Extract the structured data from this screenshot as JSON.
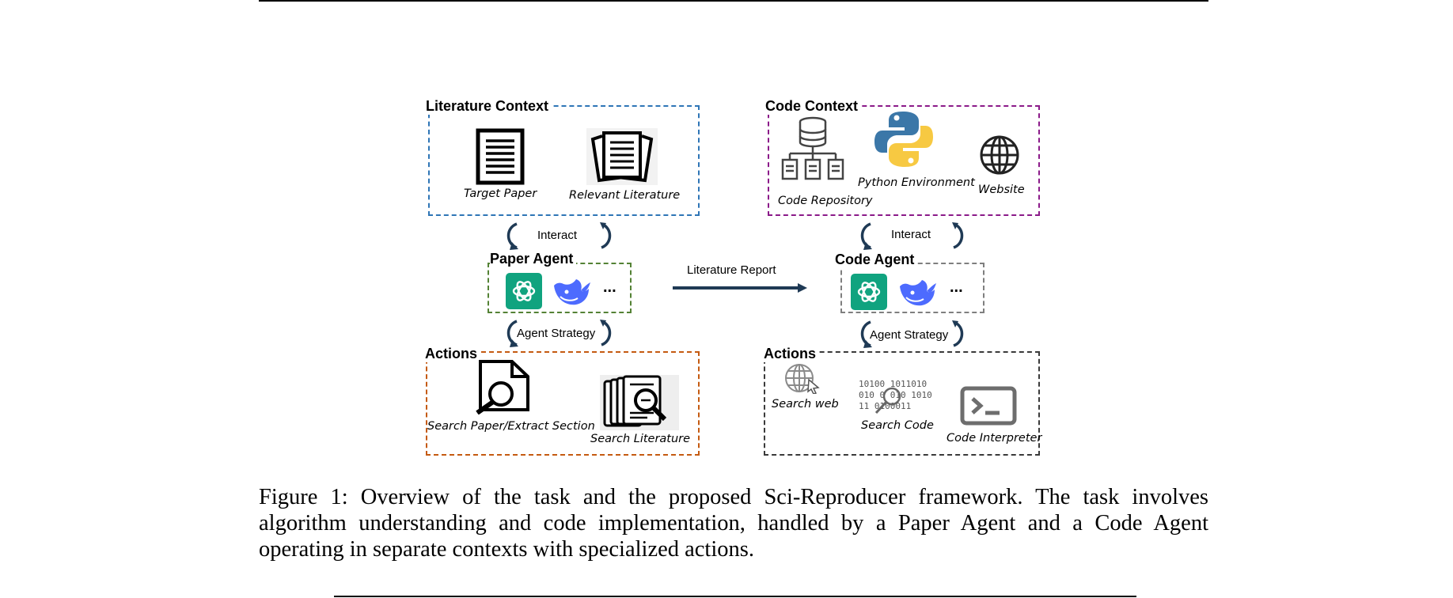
{
  "literature_context": {
    "title": "Literature Context",
    "items": [
      {
        "label": "Target Paper",
        "icon": "document-icon"
      },
      {
        "label": "Relevant Literature",
        "icon": "documents-stack-icon"
      }
    ],
    "color": "#2e75b6"
  },
  "code_context": {
    "title": "Code Context",
    "items": [
      {
        "label": "Code Repository",
        "icon": "database-hierarchy-icon"
      },
      {
        "label": "Python Environment",
        "icon": "python-logo-icon"
      },
      {
        "label": "Website",
        "icon": "globe-icon"
      }
    ],
    "color": "#8b1a89"
  },
  "interact_left": "Interact",
  "interact_right": "Interact",
  "paper_agent": {
    "title": "Paper Agent",
    "more": "...",
    "color": "#548235"
  },
  "code_agent": {
    "title": "Code Agent",
    "more": "...",
    "color": "#7f7f7f"
  },
  "literature_report": "Literature Report",
  "strategy_left": "Agent Strategy",
  "strategy_right": "Agent Strategy",
  "paper_actions": {
    "title": "Actions",
    "items": [
      {
        "label": "Search Paper/Extract Section",
        "icon": "search-document-icon"
      },
      {
        "label": "Search Literature",
        "icon": "search-literature-icon"
      }
    ],
    "color": "#c55a11"
  },
  "code_actions": {
    "title": "Actions",
    "items": [
      {
        "label": "Search web",
        "icon": "web-search-icon"
      },
      {
        "label": "Search Code",
        "icon": "binary-search-icon"
      },
      {
        "label": "Code Interpreter",
        "icon": "terminal-icon"
      }
    ],
    "binary_lines": [
      "10100 1011010",
      "010 0 010 1010",
      "11 0100011"
    ],
    "color": "#3a3a3a"
  },
  "caption": "Figure 1:  Overview of the task and the proposed Sci-Reproducer framework. The task involves algorithm understanding and code implementation, handled by a Paper Agent and a Code Agent operating in separate contexts with specialized actions."
}
